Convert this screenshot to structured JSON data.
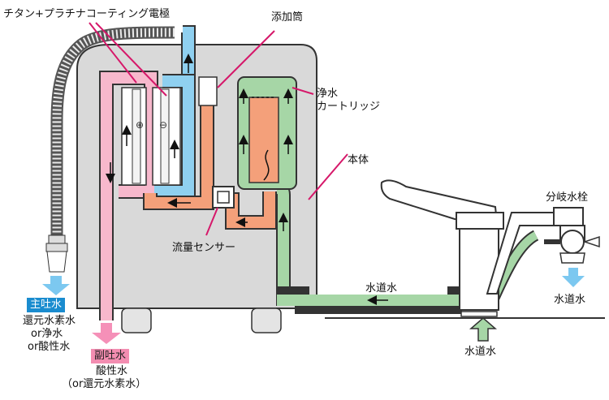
{
  "labels": {
    "electrode": "チタン+プラチナコーティング電極",
    "additive_tube": "添加筒",
    "purifier_line1": "浄水",
    "purifier_line2": "カートリッジ",
    "body": "本体",
    "branch_valve": "分岐水栓",
    "tap_water_outlet": "水道水",
    "tap_water_pipe": "水道水",
    "tap_water_inlet": "水道水",
    "flow_sensor": "流量センサー"
  },
  "main_outlet": {
    "badge": "主吐水",
    "line1": "還元水素水",
    "line2": "or浄水",
    "line3": "or酸性水"
  },
  "sub_outlet": {
    "badge": "副吐水",
    "line1": "酸性水",
    "line2": "（or還元水素水）"
  },
  "symbols": {
    "plus": "⊕",
    "minus": "⊖"
  },
  "colors": {
    "blue_flow": "#8fd0f0",
    "pink_flow": "#f7b8cc",
    "orange_flow": "#f4a07a",
    "green_flow": "#a6d6a6",
    "body_fill": "#d9d9d9",
    "leader": "#d6186a",
    "blue_badge": "#1a8ccf",
    "pink_badge": "#f38db1"
  }
}
